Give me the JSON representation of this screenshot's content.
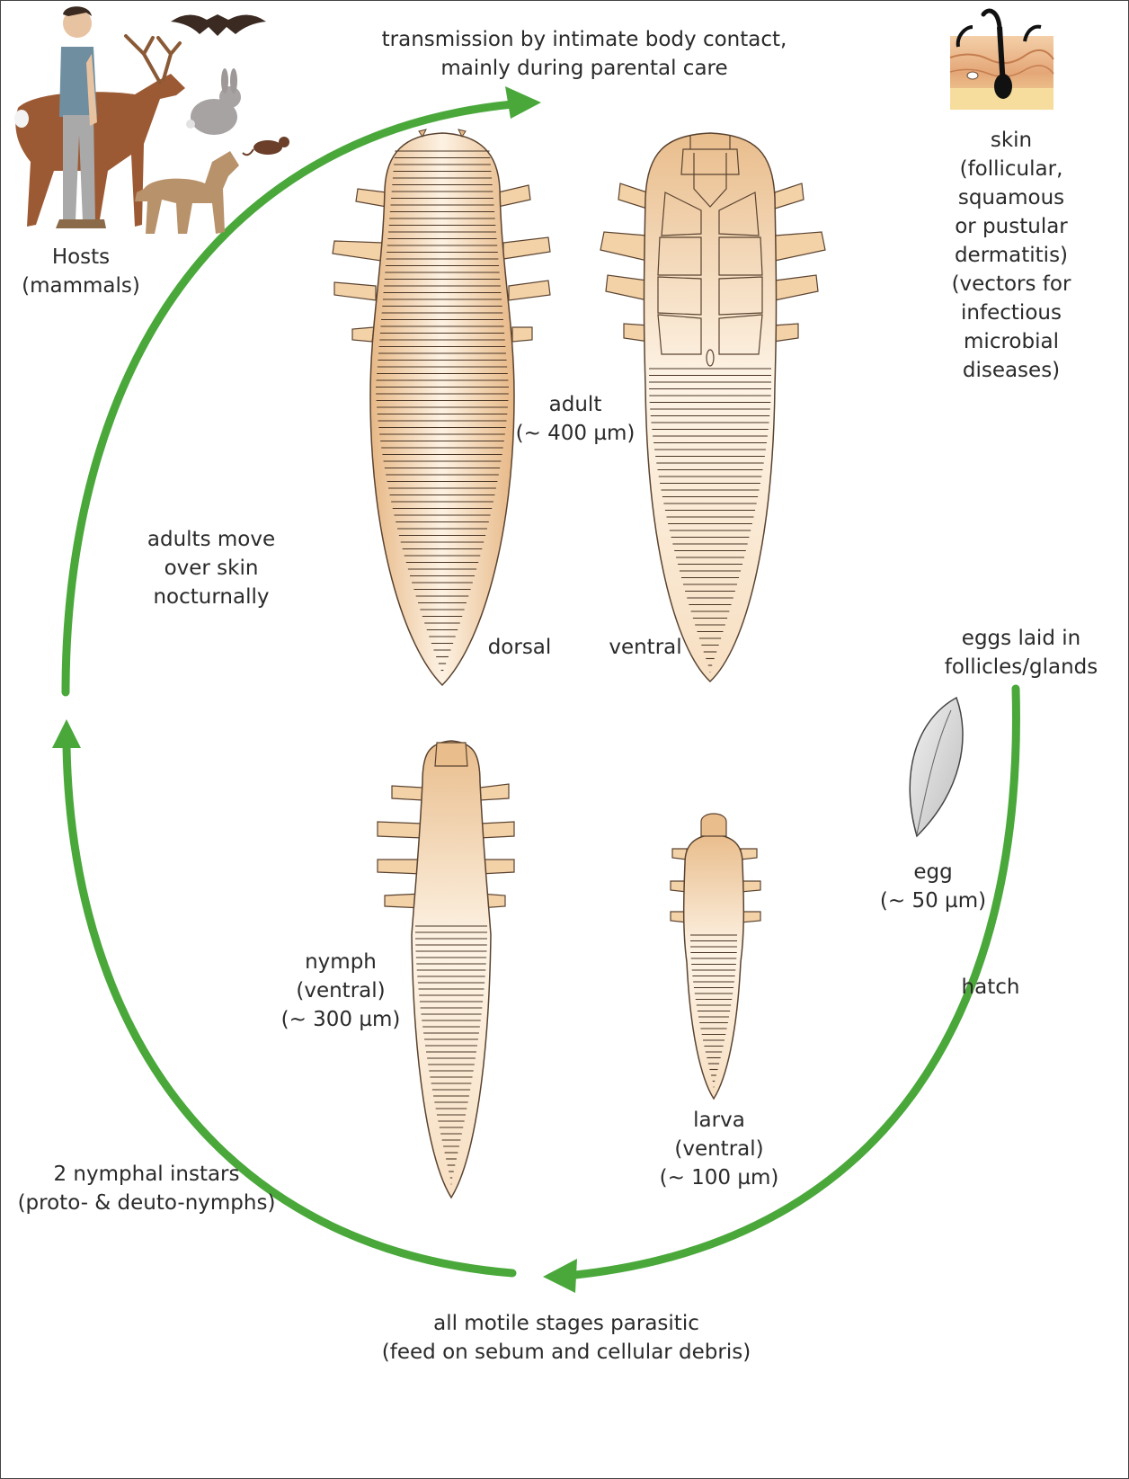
{
  "labels": {
    "transmission": [
      "transmission by intimate body contact,",
      "mainly during parental care"
    ],
    "hosts": [
      "Hosts",
      "(mammals)"
    ],
    "skin": [
      "skin",
      "(follicular,",
      "squamous",
      "or pustular",
      "dermatitis)",
      "(vectors for",
      "infectious",
      "microbial",
      "diseases)"
    ],
    "adult": [
      "adult",
      "(~ 400 µm)"
    ],
    "dorsal": "dorsal",
    "ventral": "ventral",
    "adults_move": [
      "adults move",
      "over skin",
      "nocturnally"
    ],
    "eggs_laid": [
      "eggs laid in",
      "follicles/glands"
    ],
    "egg": [
      "egg",
      "(~ 50 µm)"
    ],
    "hatch": "hatch",
    "nymph": [
      "nymph",
      "(ventral)",
      "(~ 300 µm)"
    ],
    "larva": [
      "larva",
      "(ventral)",
      "(~ 100 µm)"
    ],
    "nymphal_instars": [
      "2 nymphal instars",
      "(proto- & deuto-nymphs)"
    ],
    "all_motile": [
      "all motile stages parasitic",
      "(feed on sebum and cellular debris)"
    ]
  },
  "colors": {
    "arrow": "#4aa83b",
    "mite_light": "#fbe9d2",
    "mite_dark": "#d6a16a",
    "mite_stroke": "#5a4330",
    "egg_fill": "#d9d9d9"
  },
  "icons": [
    "human-icon",
    "deer-icon",
    "bat-icon",
    "rabbit-icon",
    "dog-icon",
    "mouse-icon",
    "skin-section-icon"
  ]
}
